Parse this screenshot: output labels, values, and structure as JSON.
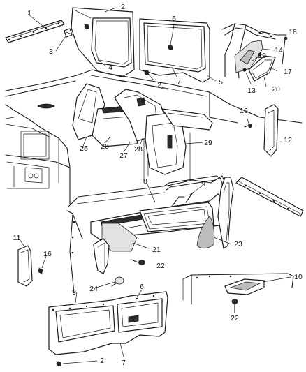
{
  "diagram": {
    "callouts": [
      "1",
      "2",
      "3",
      "4",
      "5",
      "6",
      "7",
      "2",
      "18",
      "14",
      "19",
      "17",
      "13",
      "20",
      "16",
      "12",
      "25",
      "26",
      "27",
      "28",
      "29",
      "9",
      "8",
      "21",
      "22",
      "23",
      "11",
      "16",
      "24",
      "9",
      "6",
      "7",
      "2",
      "10",
      "22"
    ]
  }
}
